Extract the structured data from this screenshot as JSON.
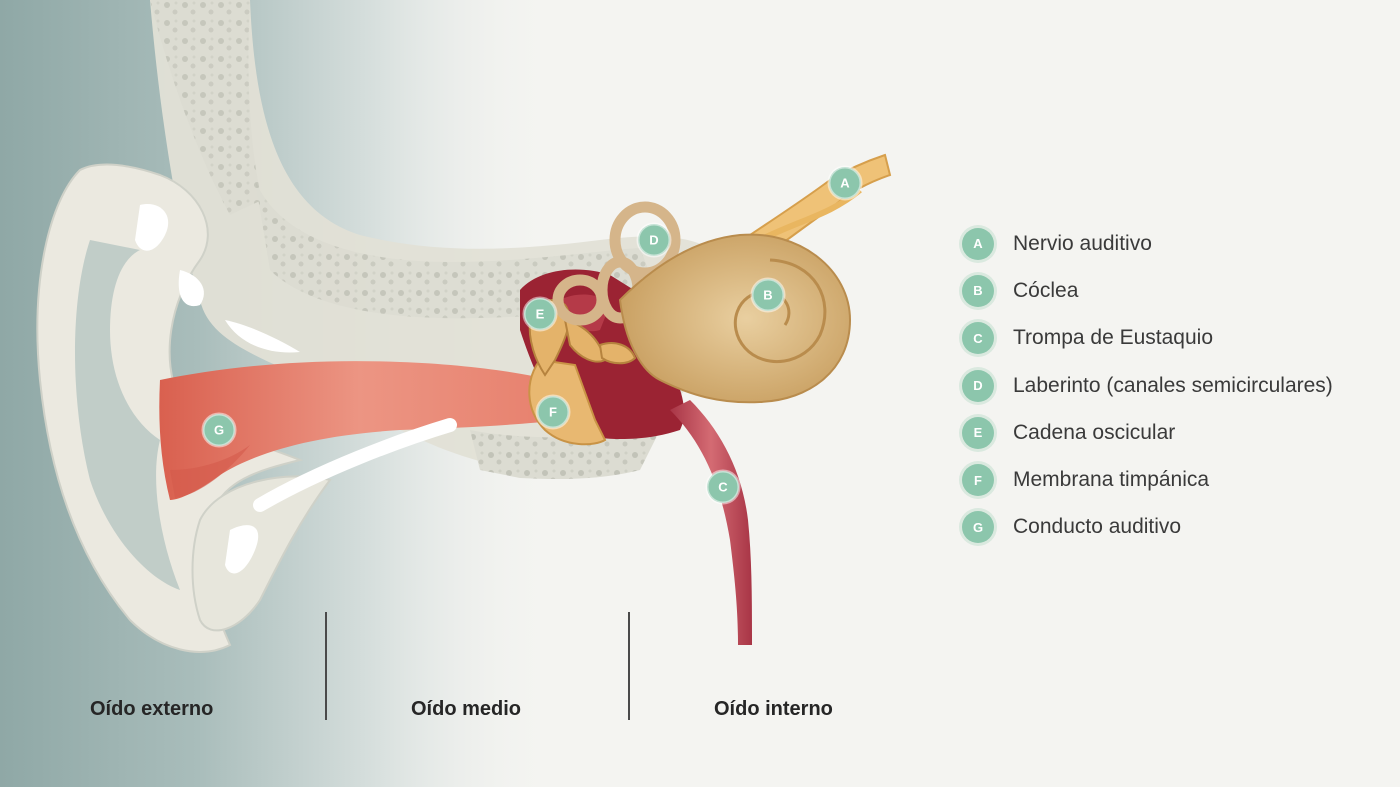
{
  "diagram": {
    "markers": [
      {
        "letter": "A"
      },
      {
        "letter": "B"
      },
      {
        "letter": "C"
      },
      {
        "letter": "D"
      },
      {
        "letter": "E"
      },
      {
        "letter": "F"
      },
      {
        "letter": "G"
      }
    ],
    "legend": [
      {
        "letter": "A",
        "label": "Nervio auditivo"
      },
      {
        "letter": "B",
        "label": "Cóclea"
      },
      {
        "letter": "C",
        "label": "Trompa de Eustaquio"
      },
      {
        "letter": "D",
        "label": "Laberinto (canales semicirculares)"
      },
      {
        "letter": "E",
        "label": "Cadena oscicular"
      },
      {
        "letter": "F",
        "label": "Membrana timpánica"
      },
      {
        "letter": "G",
        "label": "Conducto auditivo"
      }
    ],
    "sections": [
      {
        "label": "Oído externo"
      },
      {
        "label": "Oído medio"
      },
      {
        "label": "Oído interno"
      }
    ]
  },
  "colors": {
    "marker": "#8cc6ac",
    "canal": "#e6846e",
    "bone": "#e3e0d6",
    "skin": "#a9bdbb",
    "cochlea": "#d9b57a",
    "cavity": "#9b2333",
    "tube": "#c4505d"
  }
}
